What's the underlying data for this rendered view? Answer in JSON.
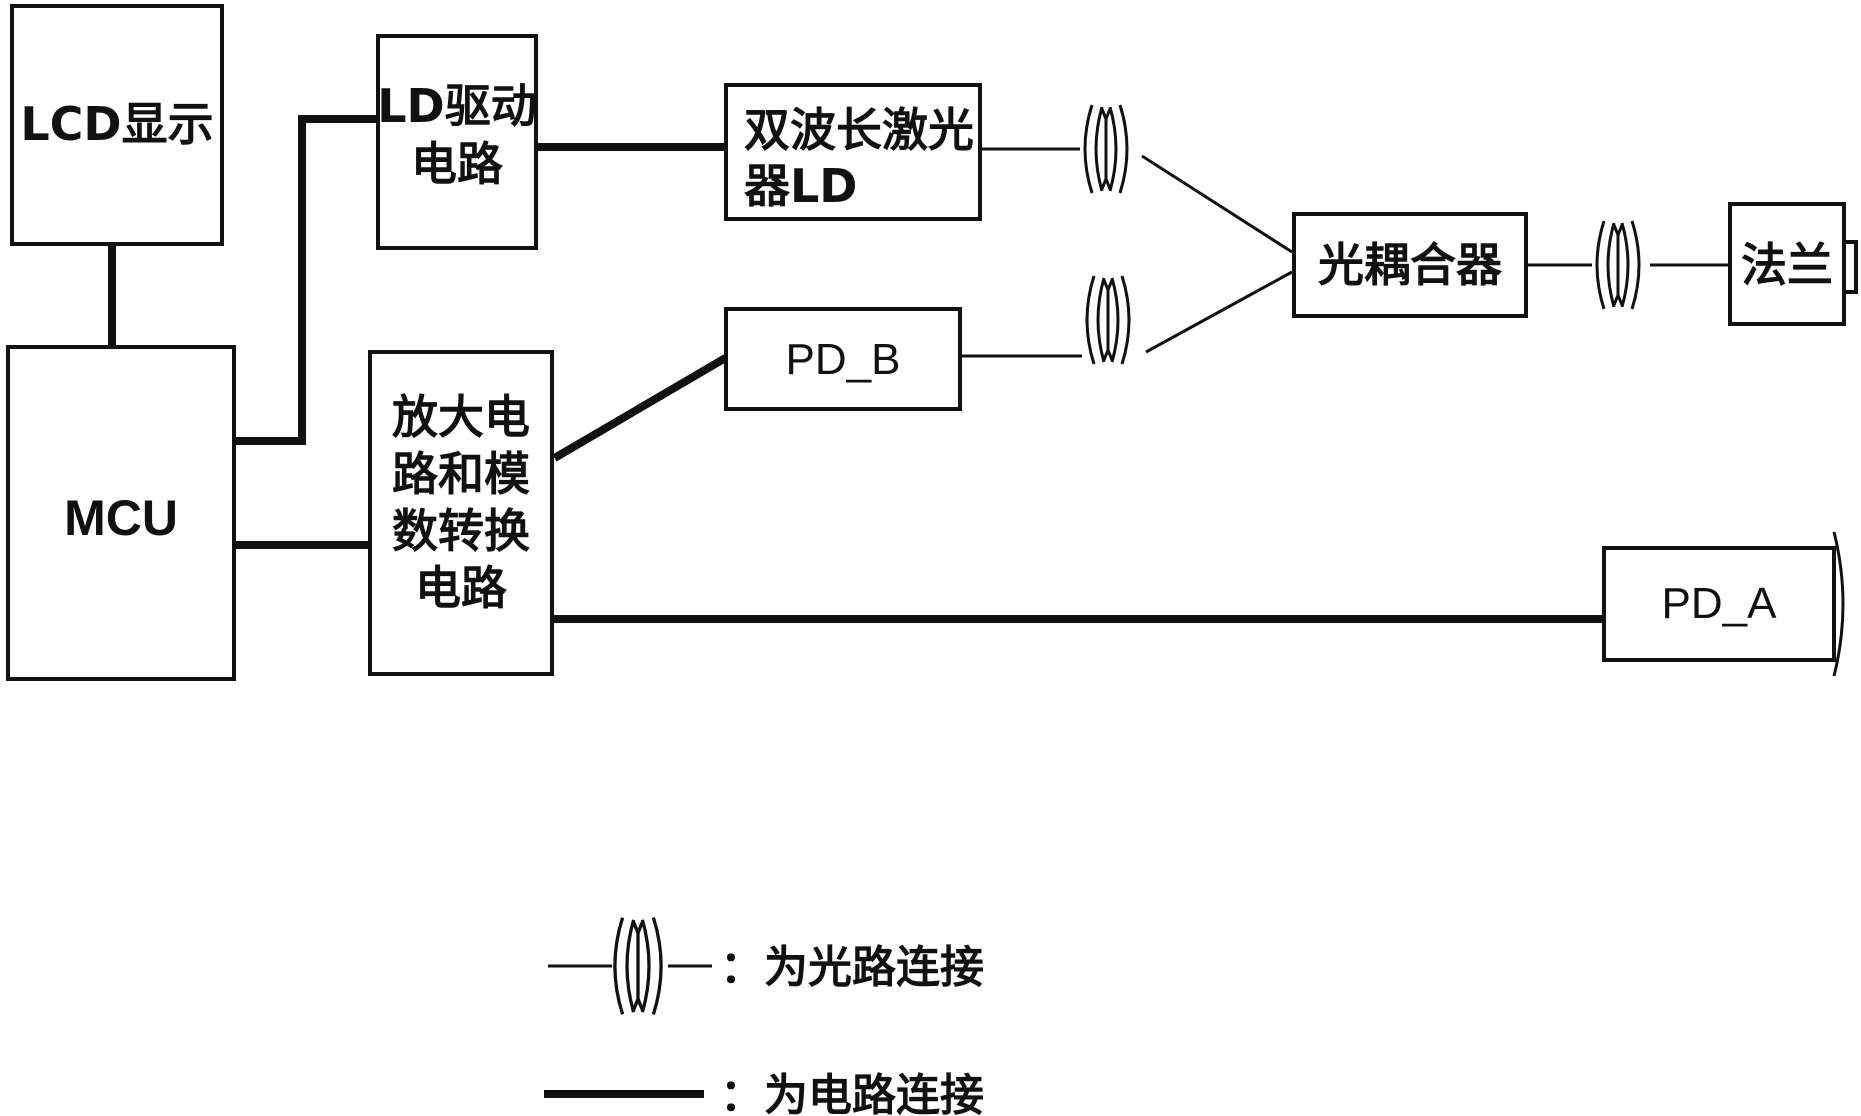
{
  "diagram": {
    "blocks": {
      "lcd": "LCD显示",
      "mcu": "MCU",
      "ld_driver": [
        "LD驱动",
        "电路"
      ],
      "laser": [
        "双波长激光",
        "器LD"
      ],
      "amp_adc": [
        "放大电",
        "路和模",
        "数转换",
        "电路"
      ],
      "pd_b": "PD_B",
      "coupler": "光耦合器",
      "flange": "法兰",
      "pd_a": "PD_A"
    },
    "legend": {
      "optical_label": "：为光路连接",
      "electrical_label": "：为电路连接"
    }
  },
  "colors": {
    "line": "#111111",
    "background": "#ffffff"
  }
}
